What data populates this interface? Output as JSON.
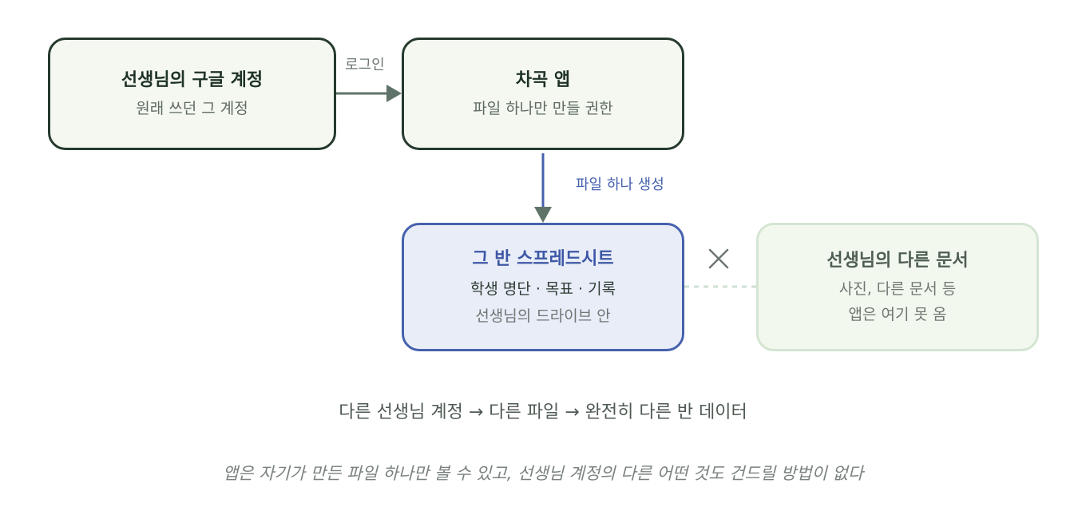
{
  "nodes": {
    "account": {
      "title": "선생님의 구글 계정",
      "subtitle": "원래 쓰던 그 계정"
    },
    "app": {
      "title": "차곡 앱",
      "subtitle": "파일 하나만 만들 권한"
    },
    "sheet": {
      "title": "그 반 스프레드시트",
      "line1": "학생 명단 · 목표 · 기록",
      "line2": "선생님의 드라이브 안"
    },
    "other_docs": {
      "title": "선생님의 다른 문서",
      "line1": "사진, 다른 문서 등",
      "line2": "앱은 여기 못 옴"
    }
  },
  "edges": {
    "login": "로그인",
    "create": "파일 하나 생성"
  },
  "captions": {
    "chain": "다른 선생님 계정 → 다른 파일 → 완전히 다른 반 데이터",
    "note": "앱은 자기가 만든 파일 하나만 볼 수 있고, 선생님 계정의 다른 어떤 것도 건드릴 방법이 없다"
  },
  "colors": {
    "dark_border": "#263a2e",
    "blue_accent": "#4661ad",
    "light_green_border": "#d4e5d2",
    "arrow_gray": "#5f7368"
  },
  "icons": {
    "blocked": "cross-icon"
  }
}
